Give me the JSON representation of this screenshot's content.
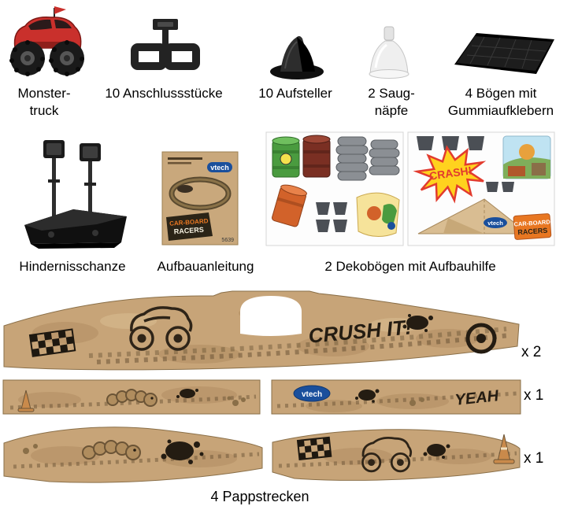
{
  "page": {
    "background": "#ffffff",
    "caption": "4 Pappstrecken"
  },
  "row1_labels": [
    "Monster-\ntruck",
    "10 Anschlussstücke",
    "10 Aufsteller",
    "2 Saug-\nnäpfe",
    "4 Bögen mit\nGummiaufklebern"
  ],
  "row2_labels": [
    "Hindernisschanze",
    "Aufbauanleitung",
    "2 Dekobögen mit Aufbauhilfe"
  ],
  "counts": {
    "arched_track": "x 2",
    "straight_tracks": "x 1",
    "wavy_tracks": "x 1"
  },
  "branding": {
    "vtech": "vtech",
    "series_line1": "CAR-BOARD",
    "series_line2": "RACERS",
    "model_number": "5639"
  },
  "track_art": {
    "crash": "CRASH!",
    "crush": "CRUSH IT!",
    "yeah": "YEAH"
  },
  "colors": {
    "cardboard": "#c7a478",
    "cardboard_dark": "#a9845a",
    "ink": "#241c12",
    "vtech_blue": "#1a4f9c",
    "racers_orange": "#e87722",
    "truck_red": "#c9302c",
    "crash_yellow": "#ffd21e",
    "crash_red": "#e23b2e",
    "barrel_green": "#4a9b3f",
    "barrel_rust": "#7a2f23",
    "barrel_orange": "#d2622a",
    "tire_gray": "#8b8f94"
  }
}
